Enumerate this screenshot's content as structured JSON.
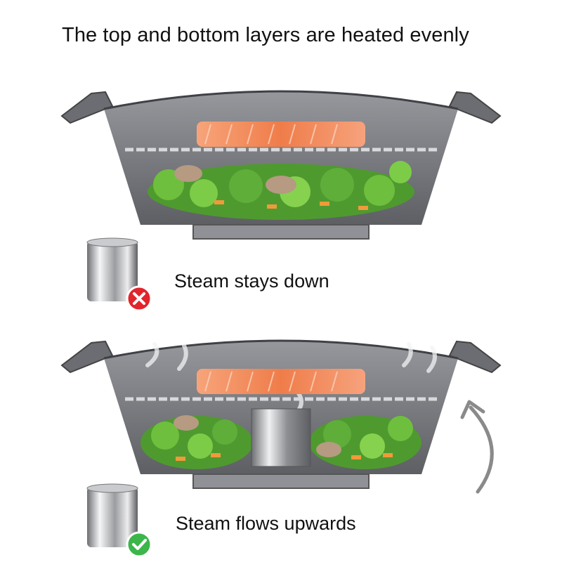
{
  "headline": "The top and bottom layers are heated evenly",
  "panels": {
    "top": {
      "caption": "Steam stays down",
      "status": "incorrect",
      "status_icon": "x-icon"
    },
    "bottom": {
      "caption": "Steam flows upwards",
      "status": "correct",
      "status_icon": "check-icon"
    }
  },
  "colors": {
    "incorrect": "#e2242b",
    "correct": "#3cb54a",
    "pot": "#5f6166",
    "salmon": "#f08b5c",
    "greens": "#5fae3a",
    "arrow": "#8a8a8a"
  }
}
